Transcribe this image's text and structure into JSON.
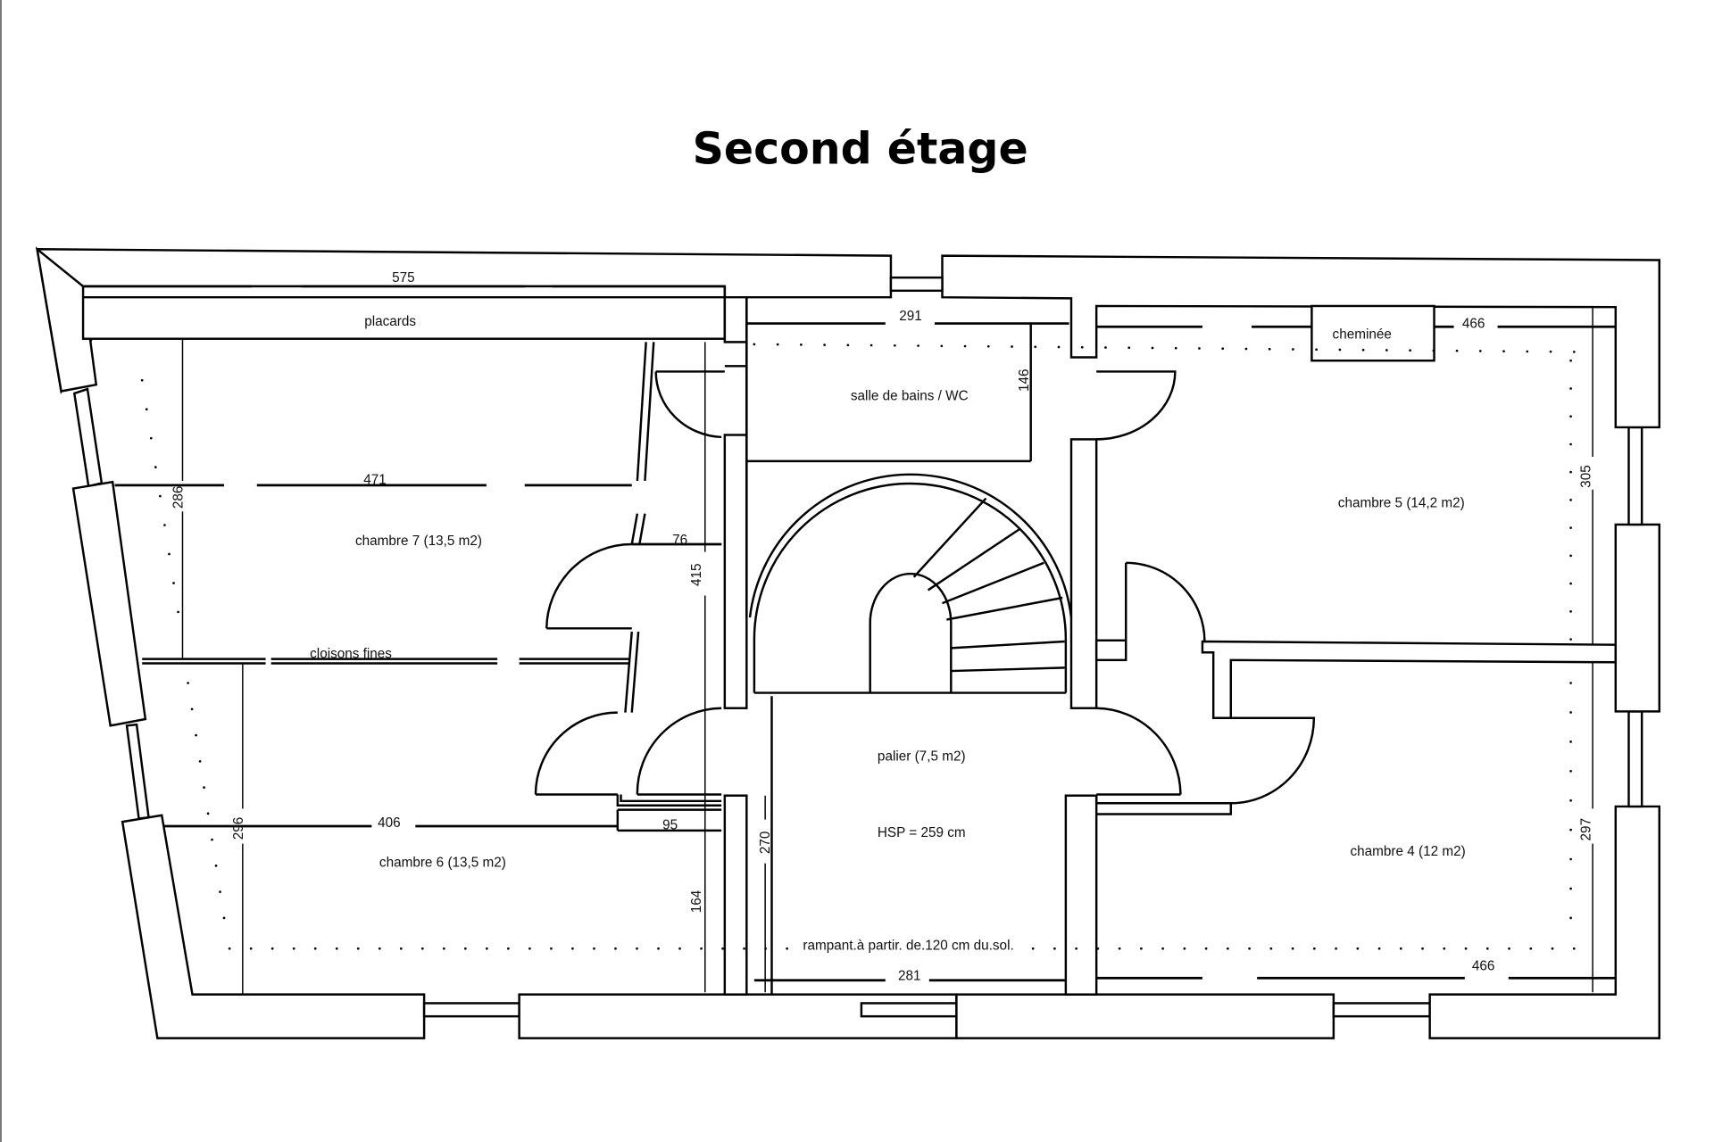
{
  "title": "Second étage",
  "rooms": [
    {
      "id": "chambre7",
      "label": "chambre 7 (13,5 m2)"
    },
    {
      "id": "chambre6",
      "label": "chambre 6 (13,5 m2)"
    },
    {
      "id": "salle_de_bains",
      "label": "salle de bains / WC"
    },
    {
      "id": "palier",
      "label": "palier (7,5 m2)"
    },
    {
      "id": "chambre5",
      "label": "chambre 5 (14,2 m2)"
    },
    {
      "id": "chambre4",
      "label": "chambre 4 (12 m2)"
    }
  ],
  "annotations": {
    "placards": "placards",
    "cloisons": "cloisons fines",
    "cheminee": "cheminée",
    "hsp": "HSP = 259 cm",
    "rampant": "rampant.à partir. de.120 cm du.sol."
  },
  "dimensions": {
    "top_left_width": "575",
    "chambre7_width": "471",
    "chambre7_height": "286",
    "corridor_76": "76",
    "corridor_415": "415",
    "chambre6_width": "406",
    "chambre6_height": "296",
    "corridor_95": "95",
    "corridor_164": "164",
    "bath_width": "291",
    "bath_height": "146",
    "palier_height": "270",
    "palier_width": "281",
    "chambre5_width": "466",
    "chambre5_height": "305",
    "chambre4_width": "466",
    "chambre4_height": "297"
  }
}
